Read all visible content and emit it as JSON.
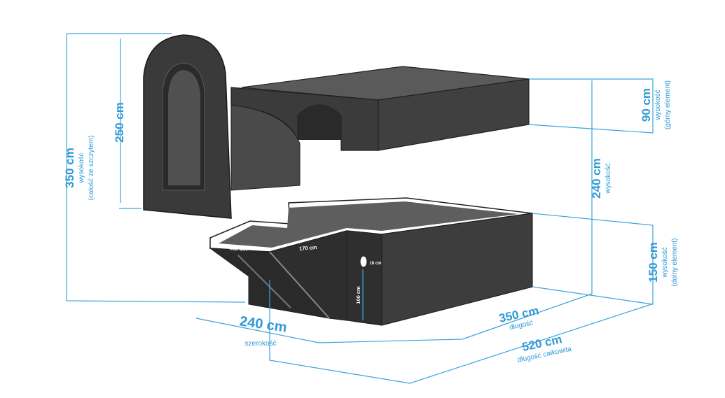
{
  "colors": {
    "dimension": "#2f9ad6",
    "concrete_dark": "#333333",
    "concrete_mid": "#4a4a4a",
    "concrete_light": "#5c5c5c"
  },
  "labels": {
    "total_height": {
      "value": "350 cm",
      "caption": "wysokość",
      "note": "(całość ze szczytem)"
    },
    "gable_height": {
      "value": "250 cm"
    },
    "top_height": {
      "value": "90 cm",
      "caption": "wysokość",
      "note": "(górny element)"
    },
    "height": {
      "value": "240 cm",
      "caption": "wysokość"
    },
    "bottom_height": {
      "value": "150 cm",
      "caption": "wysokość",
      "note": "(dolny element)"
    },
    "width": {
      "value": "240 cm",
      "caption": "szerokość"
    },
    "length": {
      "value": "350 cm",
      "caption": "długość"
    },
    "total_length": {
      "value": "520 cm",
      "caption": "długość całkowita"
    },
    "entry_width": {
      "value": "112 cm"
    },
    "ramp_length": {
      "value": "170 cm"
    },
    "hole_diameter": {
      "value": "16 cm"
    },
    "hole_height": {
      "value": "100 cm"
    }
  }
}
